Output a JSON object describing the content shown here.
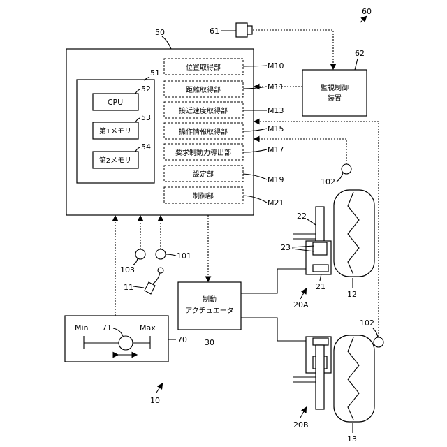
{
  "system": {
    "ref": "10"
  },
  "ecu": {
    "ref": "50",
    "processor_group_ref": "51",
    "cpu": {
      "label": "CPU",
      "ref": "52"
    },
    "memory1": {
      "label": "第1メモリ",
      "ref": "53"
    },
    "memory2": {
      "label": "第2メモリ",
      "ref": "54"
    },
    "modules": [
      {
        "label": "位置取得部",
        "ref": "M10"
      },
      {
        "label": "距離取得部",
        "ref": "M11"
      },
      {
        "label": "接近速度取得部",
        "ref": "M13"
      },
      {
        "label": "操作情報取得部",
        "ref": "M15"
      },
      {
        "label": "要求制動力導出部",
        "ref": "M17"
      },
      {
        "label": "設定部",
        "ref": "M19"
      },
      {
        "label": "制御部",
        "ref": "M21"
      }
    ]
  },
  "monitoring": {
    "line1": "監視制御",
    "line2": "装置",
    "ref": "62",
    "group_ref": "60",
    "sensor_ref": "61"
  },
  "actuator": {
    "line1": "制動",
    "line2": "アクチュエータ",
    "ref": "30"
  },
  "slider": {
    "min": "Min",
    "max": "Max",
    "knob_ref": "71",
    "ref": "70"
  },
  "sensors": {
    "s103": "103",
    "s101": "101",
    "pedal": "11",
    "s102a": "102",
    "s102b": "102"
  },
  "wheel_front": {
    "axle_ref": "22",
    "caliper_ref": "23",
    "pad_ref": "21",
    "unit_ref": "20A",
    "wheel_ref": "12"
  },
  "wheel_rear": {
    "unit_ref": "20B",
    "wheel_ref": "13"
  }
}
